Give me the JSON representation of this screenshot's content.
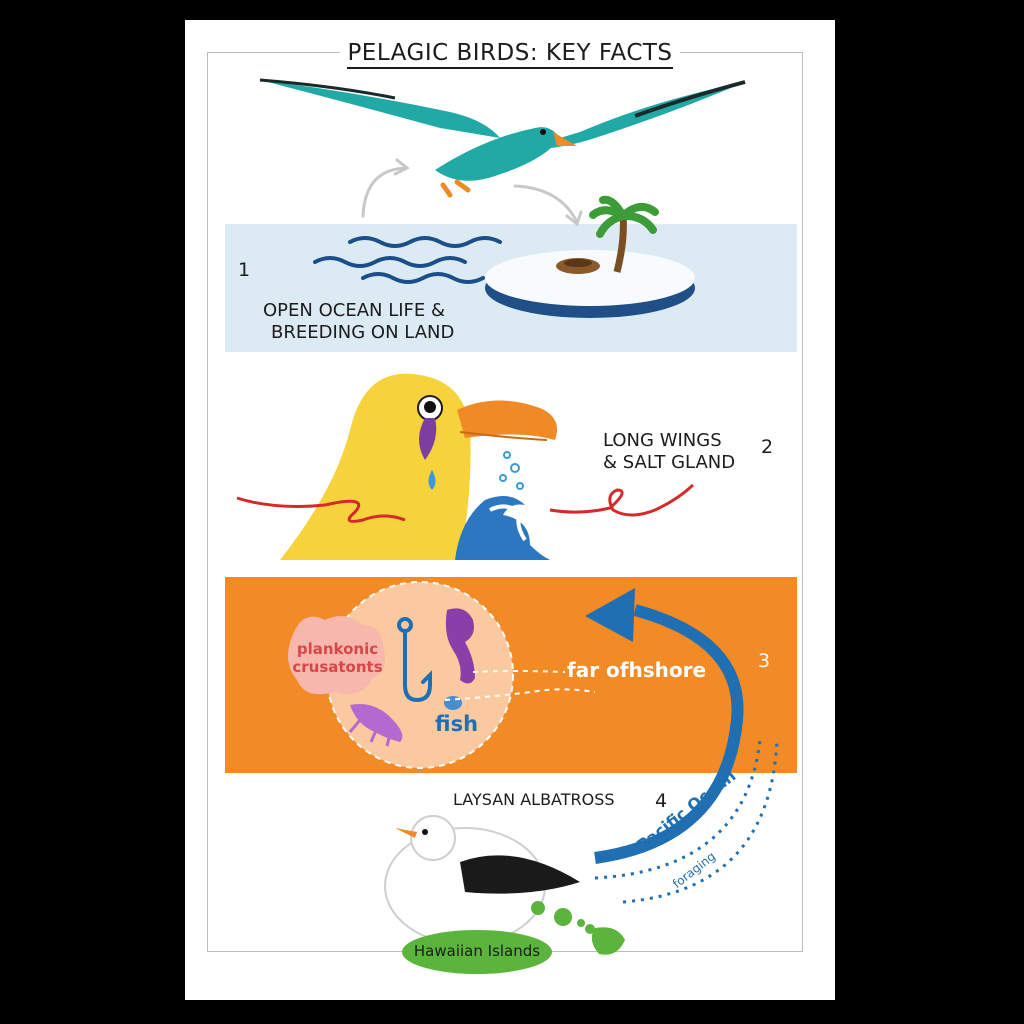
{
  "title": "PELAGIC BIRDS: KEY FACTS",
  "sections": [
    {
      "number": "1",
      "lines": [
        "OPEN OCEAN LIFE &",
        "BREEDING ON LAND"
      ]
    },
    {
      "number": "2",
      "lines": [
        "LONG WINGS",
        "& SALT GLAND"
      ]
    },
    {
      "number": "3",
      "prey": [
        "plankonic",
        "crusatonts"
      ],
      "fish_label": "fish",
      "distance_label": "far ofhshore"
    },
    {
      "number": "4",
      "species": "LAYSAN ALBATROSS",
      "ocean_label": "Pacific Ocean",
      "foraging_label": "foraging",
      "islands_label": "Hawaiian Islands"
    }
  ],
  "colors": {
    "ocean_band": "#dceaf4",
    "orange_band": "#f28a26",
    "bird_teal": "#21a9a6",
    "yellow_bird": "#f6d33d",
    "arrow_blue": "#1f6fb2",
    "island_green": "#5bb43c"
  }
}
